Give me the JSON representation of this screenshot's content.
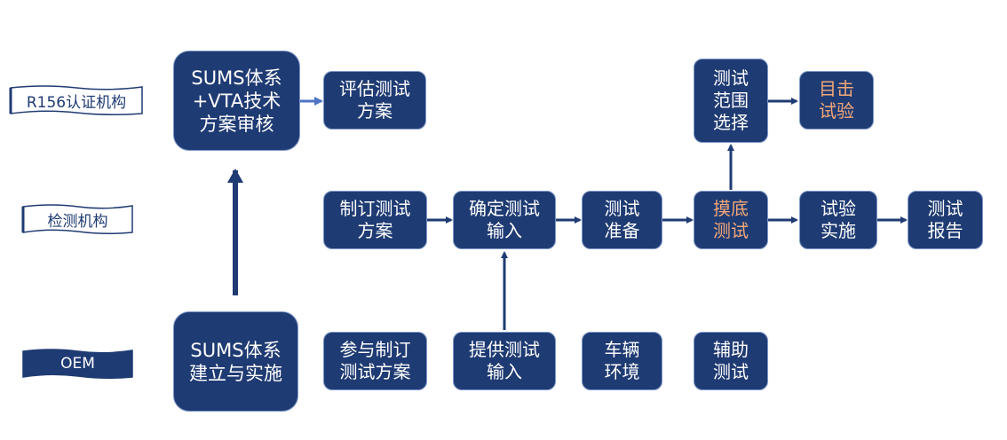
{
  "roles": {
    "r156": "R156认证机构",
    "lab": "检测机构",
    "oem": "OEM"
  },
  "boxes": {
    "sums_vta": "SUMS体系\n+VTA技术\n方案审核",
    "evaluate_plan": "评估测试\n方案",
    "scope": "测试\n范围\n选择",
    "witness": "目击\n试验",
    "make_plan": "制订测试\n方案",
    "confirm_input": "确定测试\n输入",
    "prepare": "测试\n准备",
    "baseline": "摸底\n测试",
    "execute": "试验\n实施",
    "report": "测试\n报告",
    "sums_build": "SUMS体系\n建立与实施",
    "join_plan": "参与制订\n测试方案",
    "provide_input": "提供测试\n输入",
    "vehicle": "车辆\n环境",
    "assist": "辅助\n测试"
  },
  "colors": {
    "box_fill": "#1f3b73",
    "box_border": "#7f98c9",
    "highlight_text": "#f3a877",
    "light_arrow": "#4f74c4"
  }
}
